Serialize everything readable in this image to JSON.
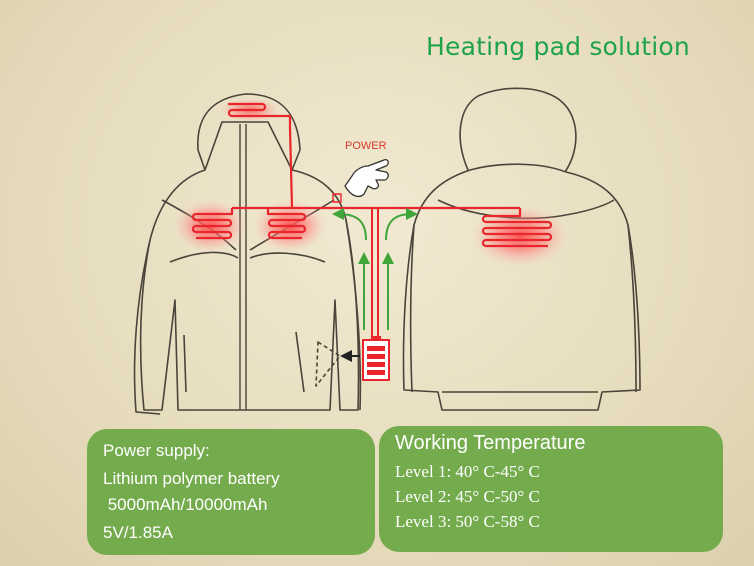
{
  "title": "Heating pad solution",
  "power_label": "POWER",
  "power_supply": {
    "lines": [
      "Power supply:",
      "Lithium polymer battery",
      " 5000mAh/10000mAh",
      "5V/1.85A"
    ]
  },
  "working_temperature": {
    "heading": "Working Temperature",
    "levels": [
      "Level 1: 40° C-45° C",
      "Level 2: 45° C-50° C",
      "Level 3: 50° C-58° C"
    ]
  },
  "colors": {
    "heating_element": "#e8262b",
    "glow": "#ff6a6a",
    "airflow_arrow": "#3ea63a",
    "box_fill": "#74ac4d",
    "title": "#1fa34a"
  }
}
